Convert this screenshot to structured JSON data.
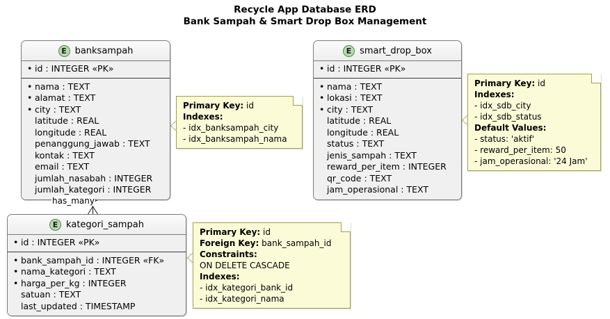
{
  "title": {
    "line1": "Recycle App Database ERD",
    "line2": "Bank Sampah & Smart Drop Box Management"
  },
  "colors": {
    "entity_header": "#f0f0f0",
    "entity_border": "#7a7a7a",
    "note_fill": "#fbfbd8",
    "note_border": "#a0a04a",
    "icon_fill": "#b8d8b0",
    "icon_border": "#4f8a4a",
    "connector": "#2b2b2b"
  },
  "entities": [
    {
      "id": "banksampah",
      "icon_letter": "E",
      "name": "banksampah",
      "pk": [
        {
          "bullet": true,
          "text": "id : INTEGER «PK»"
        }
      ],
      "attributes": [
        {
          "bullet": true,
          "text": "nama : TEXT"
        },
        {
          "bullet": true,
          "text": "alamat : TEXT"
        },
        {
          "bullet": true,
          "text": "city : TEXT"
        },
        {
          "bullet": false,
          "text": "latitude : REAL"
        },
        {
          "bullet": false,
          "text": "longitude : REAL"
        },
        {
          "bullet": false,
          "text": "penanggung_jawab : TEXT"
        },
        {
          "bullet": false,
          "text": "kontak : TEXT"
        },
        {
          "bullet": false,
          "text": "email : TEXT"
        },
        {
          "bullet": false,
          "text": "jumlah_nasabah : INTEGER"
        },
        {
          "bullet": false,
          "text": "jumlah_kategori : INTEGER"
        }
      ]
    },
    {
      "id": "smart_drop_box",
      "icon_letter": "E",
      "name": "smart_drop_box",
      "pk": [
        {
          "bullet": true,
          "text": "id : INTEGER «PK»"
        }
      ],
      "attributes": [
        {
          "bullet": true,
          "text": "nama : TEXT"
        },
        {
          "bullet": true,
          "text": "lokasi : TEXT"
        },
        {
          "bullet": true,
          "text": "city : TEXT"
        },
        {
          "bullet": false,
          "text": "latitude : REAL"
        },
        {
          "bullet": false,
          "text": "longitude : REAL"
        },
        {
          "bullet": false,
          "text": "status : TEXT"
        },
        {
          "bullet": false,
          "text": "jenis_sampah : TEXT"
        },
        {
          "bullet": false,
          "text": "reward_per_item : INTEGER"
        },
        {
          "bullet": false,
          "text": "qr_code : TEXT"
        },
        {
          "bullet": false,
          "text": "jam_operasional : TEXT"
        }
      ]
    },
    {
      "id": "kategori_sampah",
      "icon_letter": "E",
      "name": "kategori_sampah",
      "pk": [
        {
          "bullet": true,
          "text": "id : INTEGER «PK»"
        }
      ],
      "attributes": [
        {
          "bullet": true,
          "text": "bank_sampah_id : INTEGER «FK»"
        },
        {
          "bullet": true,
          "text": "nama_kategori : TEXT"
        },
        {
          "bullet": true,
          "text": "harga_per_kg : INTEGER"
        },
        {
          "bullet": false,
          "text": "satuan : TEXT"
        },
        {
          "bullet": false,
          "text": "last_updated : TIMESTAMP"
        }
      ]
    }
  ],
  "notes": [
    {
      "id": "note-banksampah",
      "lines": [
        {
          "label": "Primary Key:",
          "value": " id"
        },
        {
          "label": "Indexes:",
          "value": ""
        },
        {
          "label": "",
          "value": "- idx_banksampah_city"
        },
        {
          "label": "",
          "value": "- idx_banksampah_nama"
        }
      ]
    },
    {
      "id": "note-smart-drop-box",
      "lines": [
        {
          "label": "Primary Key:",
          "value": " id"
        },
        {
          "label": "Indexes:",
          "value": ""
        },
        {
          "label": "",
          "value": "- idx_sdb_city"
        },
        {
          "label": "",
          "value": "- idx_sdb_status"
        },
        {
          "label": "Default Values:",
          "value": ""
        },
        {
          "label": "",
          "value": "- status: 'aktif'"
        },
        {
          "label": "",
          "value": "- reward_per_item: 50"
        },
        {
          "label": "",
          "value": "- jam_operasional: '24 Jam'"
        }
      ]
    },
    {
      "id": "note-kategori-sampah",
      "lines": [
        {
          "label": "Primary Key:",
          "value": " id"
        },
        {
          "label": "Foreign Key:",
          "value": " bank_sampah_id"
        },
        {
          "label": "Constraints:",
          "value": ""
        },
        {
          "label": "",
          "value": "ON DELETE CASCADE"
        },
        {
          "label": "Indexes:",
          "value": ""
        },
        {
          "label": "",
          "value": "- idx_kategori_bank_id"
        },
        {
          "label": "",
          "value": "- idx_kategori_nama"
        }
      ]
    }
  ],
  "relationships": [
    {
      "id": "rel-banksampah-kategori",
      "from": "banksampah",
      "to": "kategori_sampah",
      "label": "has_many",
      "source_symbol": "zero-or-more",
      "target_symbol": "crowfoot"
    }
  ]
}
